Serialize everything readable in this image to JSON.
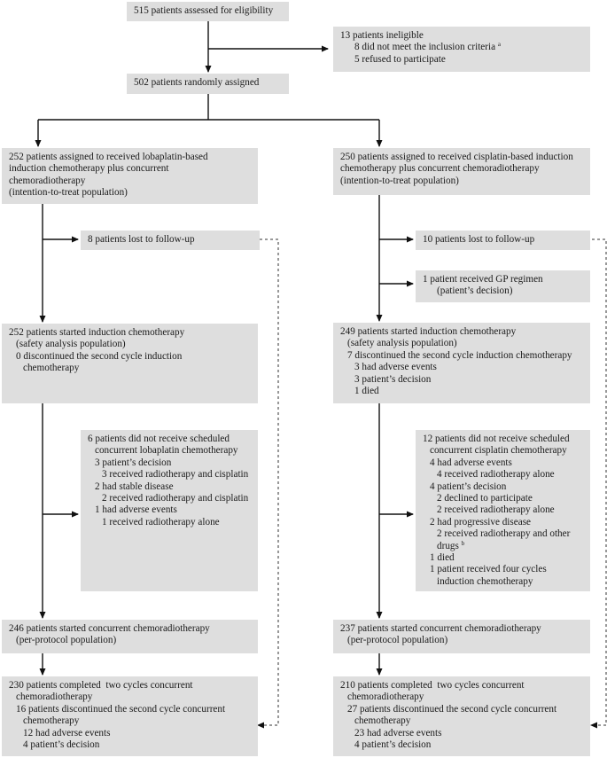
{
  "screening": {
    "assessed": "515 patients assessed for eligibility",
    "ineligible": {
      "title": "13 patients ineligible",
      "not_meet": "8 did not meet the inclusion criteria",
      "not_meet_note": "a",
      "refused": "5 refused to participate"
    },
    "randomized": "502 patients randomly assigned"
  },
  "left_arm": {
    "assigned": [
      "252 patients assigned to received lobaplatin-based",
      "induction chemotherapy plus concurrent",
      "chemoradiotherapy",
      "(intention-to-treat population)"
    ],
    "lost": "8 patients lost to follow-up",
    "started_induction": [
      "252 patients started induction chemotherapy",
      "(safety analysis population)",
      "0 discontinued the second cycle induction",
      "chemotherapy"
    ],
    "not_received": [
      {
        "text": "6 patients did not receive scheduled",
        "lvl": 0
      },
      {
        "text": "concurrent lobaplatin chemotherapy",
        "lvl": 1
      },
      {
        "text": "3 patient’s decision",
        "lvl": 1
      },
      {
        "text": "3 received radiotherapy and cisplatin",
        "lvl": 2
      },
      {
        "text": "2 had stable disease",
        "lvl": 1
      },
      {
        "text": "2 received radiotherapy and cisplatin",
        "lvl": 2
      },
      {
        "text": "1 had adverse events",
        "lvl": 1
      },
      {
        "text": "1 received radiotherapy alone",
        "lvl": 2
      }
    ],
    "started_ccrt": [
      "246 patients started concurrent chemoradiotherapy",
      "(per-protocol population)"
    ],
    "completed": [
      {
        "text": "230 patients completed  two cycles concurrent",
        "lvl": 0
      },
      {
        "text": "chemoradiotherapy",
        "lvl": 1
      },
      {
        "text": "16 patients discontinued the second cycle concurrent",
        "lvl": 1
      },
      {
        "text": "chemotherapy",
        "lvl": 2
      },
      {
        "text": "12 had adverse events",
        "lvl": 2
      },
      {
        "text": "4 patient’s decision",
        "lvl": 2
      }
    ]
  },
  "right_arm": {
    "assigned": [
      "250 patients assigned to received cisplatin-based induction",
      "chemotherapy plus concurrent chemoradiotherapy",
      "(intention-to-treat population)"
    ],
    "lost": "10 patients lost to follow-up",
    "gp": [
      "1 patient received GP regimen",
      "(patient’s decision)"
    ],
    "started_induction": [
      {
        "text": "249 patients started induction chemotherapy",
        "lvl": 0
      },
      {
        "text": "(safety analysis population)",
        "lvl": 1
      },
      {
        "text": "7 discontinued the second cycle induction chemotherapy",
        "lvl": 1
      },
      {
        "text": "3 had adverse events",
        "lvl": 2
      },
      {
        "text": "3 patient’s decision",
        "lvl": 2
      },
      {
        "text": "1 died",
        "lvl": 2
      }
    ],
    "not_received": [
      {
        "text": "12 patients did not receive scheduled",
        "lvl": 0
      },
      {
        "text": "concurrent cisplatin chemotherapy",
        "lvl": 1
      },
      {
        "text": "4 had adverse events",
        "lvl": 1
      },
      {
        "text": "4 received radiotherapy alone",
        "lvl": 2
      },
      {
        "text": "4 patient’s decision",
        "lvl": 1
      },
      {
        "text": "2 declined to participate",
        "lvl": 2
      },
      {
        "text": "2 received radiotherapy alone",
        "lvl": 2
      },
      {
        "text": "2 had progressive disease",
        "lvl": 1
      },
      {
        "text": "2 received radiotherapy and other",
        "lvl": 2
      },
      {
        "text": "drugs",
        "lvl": 2,
        "sup": "b"
      },
      {
        "text": "1 died",
        "lvl": 1
      },
      {
        "text": "1 patient received four cycles",
        "lvl": 1
      },
      {
        "text": "induction chemotherapy",
        "lvl": 2
      }
    ],
    "started_ccrt": [
      "237 patients started concurrent chemoradiotherapy",
      "(per-protocol population)"
    ],
    "completed": [
      {
        "text": "210 patients completed  two cycles concurrent",
        "lvl": 0
      },
      {
        "text": "chemoradiotherapy",
        "lvl": 1
      },
      {
        "text": "27 patients discontinued the second cycle concurrent",
        "lvl": 1
      },
      {
        "text": "chemotherapy",
        "lvl": 2
      },
      {
        "text": "23 had adverse events",
        "lvl": 2
      },
      {
        "text": "4 patient’s decision",
        "lvl": 2
      }
    ]
  }
}
